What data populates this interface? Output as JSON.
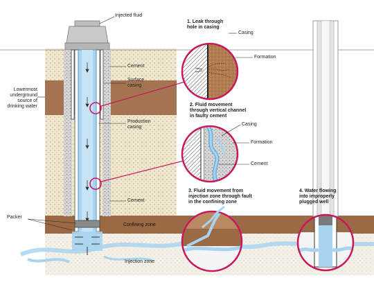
{
  "labels": {
    "injected_fluid": "Injected fluid",
    "cement_top": "Cement",
    "surface_casing": "Surface\ncasing",
    "lowermost_source": "Lowermost\nunderground\nsource of\ndrinking water",
    "production_casing": "Production\ncasing",
    "cement_bottom": "Cement",
    "packer": "Packer",
    "confining_zone": "Confining zone",
    "injection_zone": "Injection zone"
  },
  "insets": [
    {
      "title": "1. Leak through\nhole in casing",
      "labels": [
        "Casing",
        "Formation"
      ]
    },
    {
      "title": "2. Fluid movement\nthrough vertical channel\nin faulty cement",
      "labels": [
        "Casing",
        "Formation",
        "Cement"
      ]
    },
    {
      "title": "3. Fluid movement from\ninjection zone through fault\nin the confining zone",
      "labels": []
    },
    {
      "title": "4. Water flowing\ninto improperly\nplugged well",
      "labels": []
    }
  ],
  "colors": {
    "fluid": "#a9d4f0",
    "fluid_dark": "#6aaee0",
    "magenta": "#c8175d",
    "confining": "#9b6a45",
    "soil": "#e9dcc0",
    "casing_gray": "#b9b9b9"
  }
}
